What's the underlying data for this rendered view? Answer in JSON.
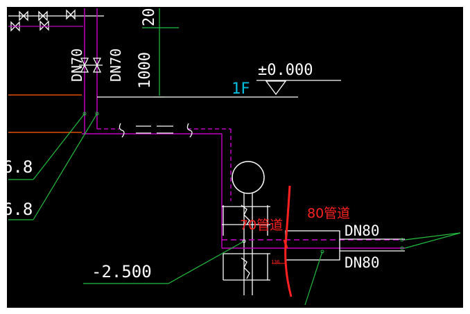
{
  "colors": {
    "background": "#000000",
    "frame": "#ffffff",
    "pipe_magenta": "#c000c0",
    "dashed_magenta": "#d000d0",
    "leader_green": "#22c040",
    "dimension_green": "#22c040",
    "white_line": "#ffffff",
    "orange_line": "#e05000",
    "level_cyan": "#00c0e0",
    "annotation_red": "#ff2020"
  },
  "labels": {
    "dim_top": "20",
    "dn70_left": "DN70",
    "dn70_right": "DN70",
    "height_1000": "1000",
    "floor": "1F",
    "elevation_zero": "±0.000",
    "value_upper": "6.8",
    "value_lower": "6.8",
    "elevation_minus": "-2.500",
    "annotation_70": "70管道",
    "annotation_80": "80管道",
    "dn80_upper": "DN80",
    "dn80_lower": "DN80",
    "small_tag": "136"
  }
}
